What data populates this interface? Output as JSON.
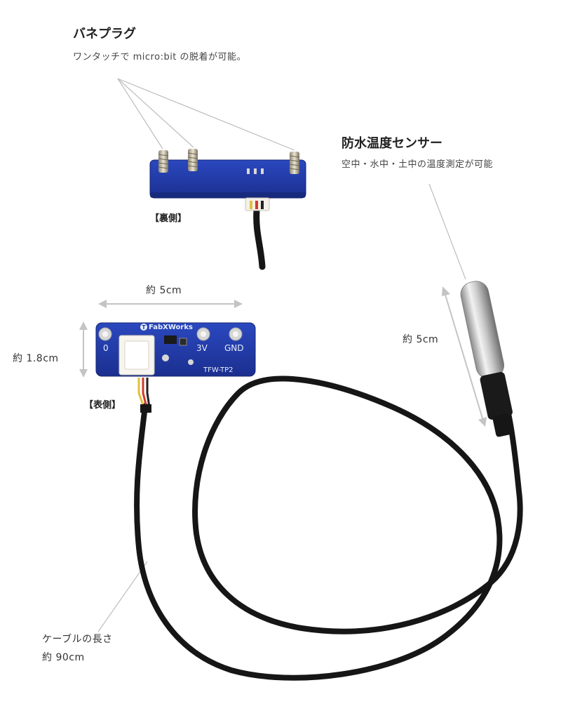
{
  "spring_plug": {
    "title": "バネプラグ",
    "description": "ワンタッチで micro:bit の脱着が可能。"
  },
  "sensor": {
    "title": "防水温度センサー",
    "description": "空中・水中・土中の温度測定が可能"
  },
  "back_side": {
    "label": "【裏側】"
  },
  "front_side": {
    "label": "【表側】"
  },
  "dimensions": {
    "board_width": "約 5cm",
    "board_height": "約 1.8cm",
    "probe_length": "約 5cm"
  },
  "cable": {
    "label": "ケーブルの長さ",
    "length": "約 90cm"
  },
  "pcb_front": {
    "brand": "FabXWorks",
    "logo_letter": "T",
    "pin_0": "0",
    "pin_3v": "3V",
    "pin_gnd": "GND",
    "model": "TFW-TP2"
  },
  "colors": {
    "pcb_blue": "#1f3aa6",
    "cable": "#161616",
    "arrow_gray": "#bdbdbd"
  }
}
